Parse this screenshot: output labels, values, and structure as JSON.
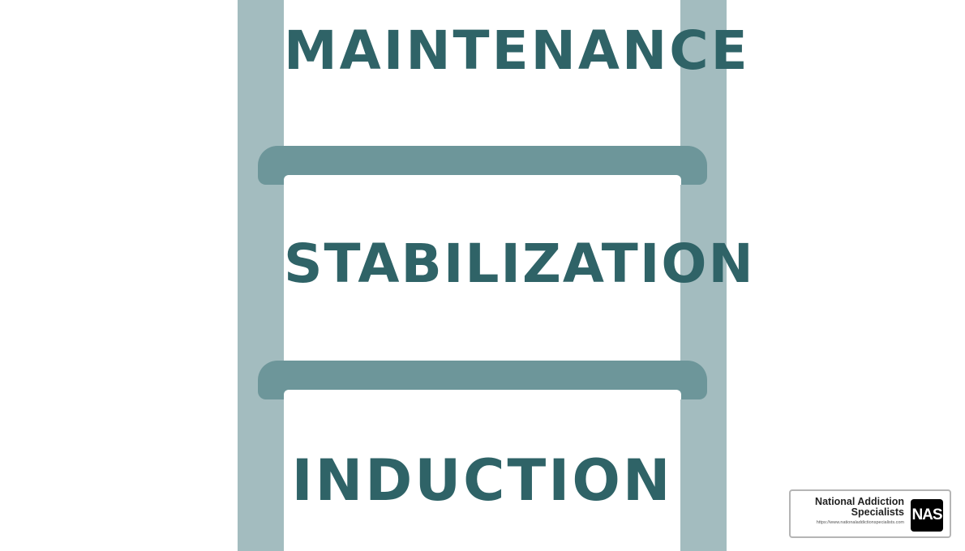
{
  "diagram": {
    "steps": [
      {
        "label": "MAINTENANCE"
      },
      {
        "label": "STABILIZATION"
      },
      {
        "label": "INDUCTION"
      }
    ],
    "colors": {
      "rail": "#a3bcbf",
      "rung": "#6d969a",
      "label_text": "#2f6367",
      "background": "#ffffff"
    }
  },
  "logo": {
    "name": "National Addiction Specialists",
    "url": "https://www.nationaladdictionspecialists.com",
    "mark": "NAS"
  }
}
